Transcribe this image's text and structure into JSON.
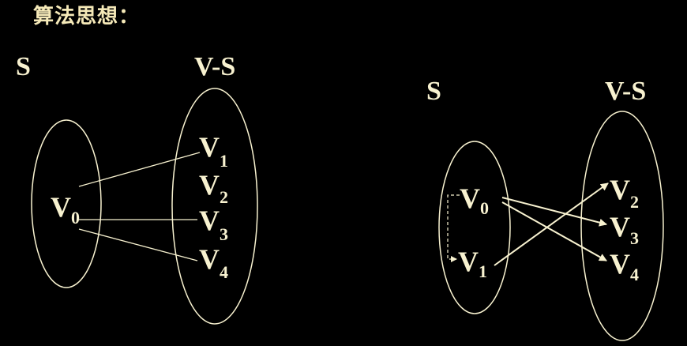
{
  "title": "算法思想：",
  "colors": {
    "background": "#000000",
    "foreground": "#f8f2d0",
    "title": "#f5e9b8"
  },
  "diagram_left": {
    "set_s": "S",
    "set_vs": "V-S",
    "nodes": [
      {
        "main": "V",
        "sub": "0"
      },
      {
        "main": "V",
        "sub": "1"
      },
      {
        "main": "V",
        "sub": "2"
      },
      {
        "main": "V",
        "sub": "3"
      },
      {
        "main": "V",
        "sub": "4"
      }
    ]
  },
  "diagram_right": {
    "set_s": "S",
    "set_vs": "V-S",
    "nodes": [
      {
        "main": "V",
        "sub": "0"
      },
      {
        "main": "V",
        "sub": "1"
      },
      {
        "main": "V",
        "sub": "2"
      },
      {
        "main": "V",
        "sub": "3"
      },
      {
        "main": "V",
        "sub": "4"
      }
    ]
  }
}
